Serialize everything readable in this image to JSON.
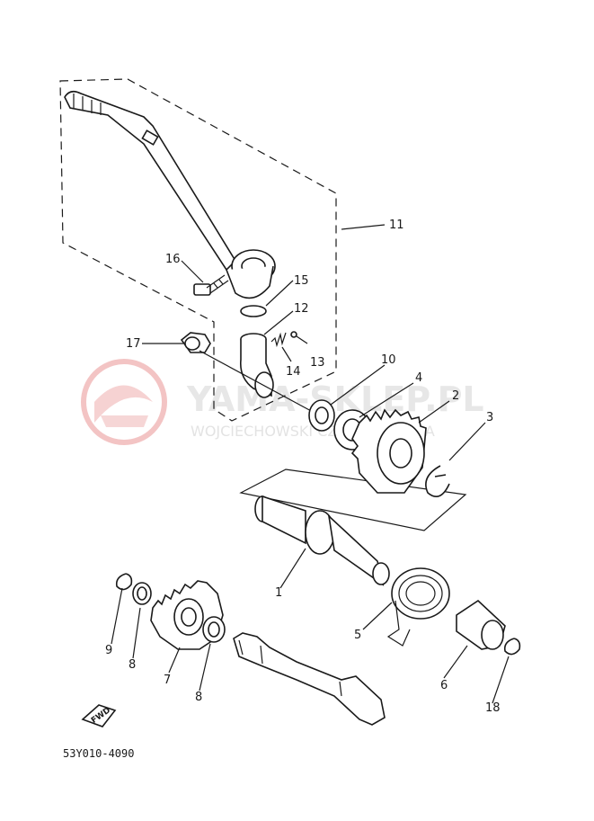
{
  "watermark": {
    "title": "YAMA-SKLEP.PL",
    "subtitle": "WOJCIECHOWSKI CZĘŚCI YAMAHA"
  },
  "diagram_code": "53Y010-4090",
  "fwd_label": "FWD",
  "callouts": [
    "1",
    "2",
    "3",
    "4",
    "5",
    "6",
    "7",
    "8",
    "8",
    "9",
    "10",
    "11",
    "12",
    "13",
    "14",
    "15",
    "16",
    "17",
    "18"
  ]
}
